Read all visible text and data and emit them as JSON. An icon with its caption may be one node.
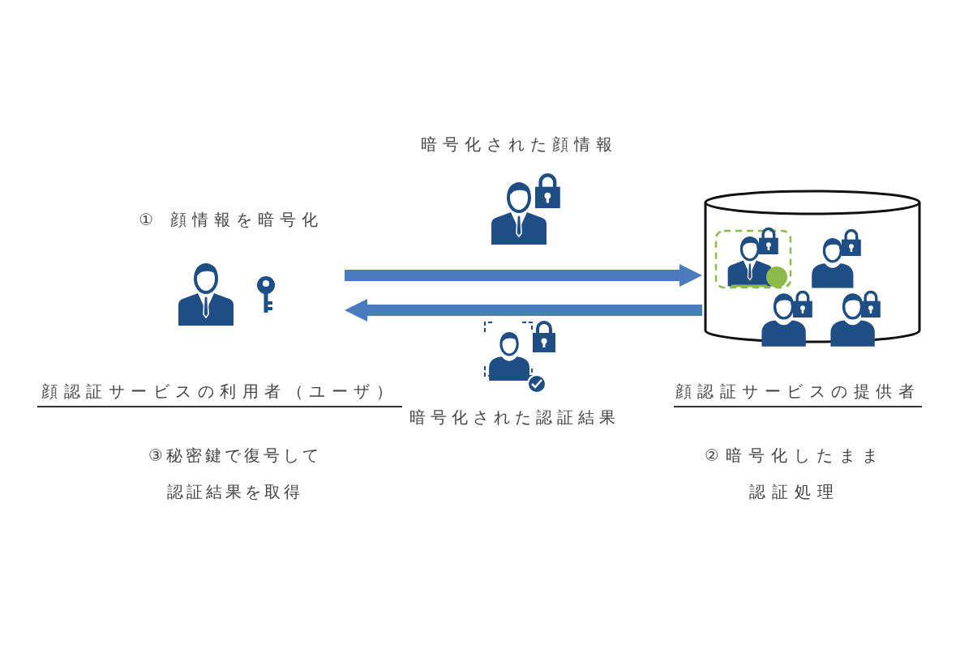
{
  "diagram": {
    "nodes": [
      {
        "text": [],
        "shape": "picture",
        "beside": [
          "① 顔情報を暗号化",
          "顔認証サービスの利用者（ユーザ）",
          "③秘密鍵で復号して認証結果を取得"
        ]
      },
      {
        "text": [],
        "shape": "cylinder",
        "beside": [
          "顔認証サービスの提供者",
          "②暗号化したまま認証処理"
        ]
      }
    ],
    "edges": [
      {
        "from": 0,
        "to": 1,
        "arrow": "to"
      },
      {
        "from": 1,
        "to": 0,
        "arrow": "to"
      }
    ],
    "labels": [
      "暗号化された顔情報",
      "暗号化された認証結果"
    ]
  }
}
